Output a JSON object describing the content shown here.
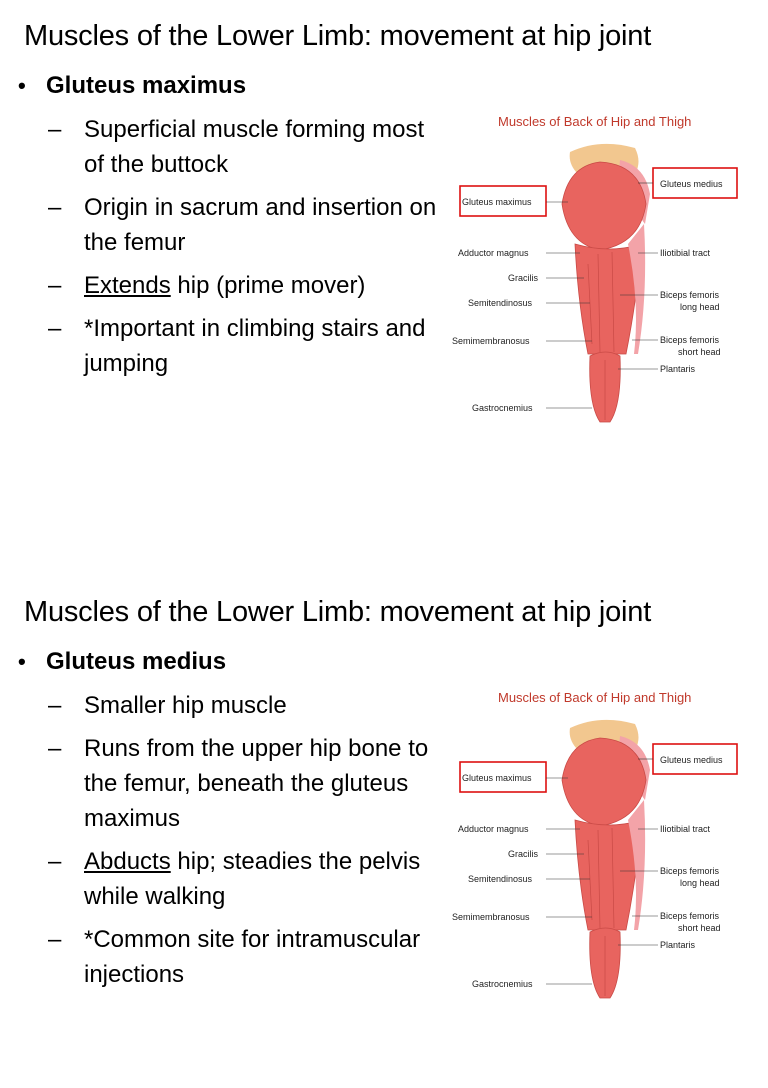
{
  "slides": [
    {
      "title": "Muscles of the Lower Limb: movement at hip joint",
      "bullet": "Gluteus maximus",
      "subs": [
        {
          "pre": "",
          "u": "",
          "post": "Superficial muscle forming most of the buttock"
        },
        {
          "pre": "",
          "u": "",
          "post": "Origin in sacrum and insertion on the femur"
        },
        {
          "pre": "",
          "u": "Extends",
          "post": " hip (prime mover)"
        },
        {
          "pre": "",
          "u": "",
          "post": "*Important in climbing stairs and jumping"
        }
      ],
      "figure": {
        "title": "Muscles of Back of Hip and Thigh",
        "labels": {
          "gluteus_maximus": "Gluteus maximus",
          "gluteus_medius": "Gluteus medius",
          "adductor_magnus": "Adductor magnus",
          "gracilis": "Gracilis",
          "semitendinosus": "Semitendinosus",
          "semimembranosus": "Semimembranosus",
          "gastrocnemius": "Gastrocnemius",
          "iliotibial_tract": "Iliotibial tract",
          "biceps_long_1": "Biceps femoris",
          "biceps_long_2": "long head",
          "biceps_short_1": "Biceps femoris",
          "biceps_short_2": "short head",
          "plantaris": "Plantaris"
        }
      }
    },
    {
      "title": "Muscles of the Lower Limb: movement at hip joint",
      "bullet": "Gluteus medius",
      "subs": [
        {
          "pre": "",
          "u": "",
          "post": "Smaller hip muscle"
        },
        {
          "pre": "",
          "u": "",
          "post": "Runs from the upper hip bone to the femur, beneath the gluteus maximus"
        },
        {
          "pre": "",
          "u": "Abducts",
          "post": " hip; steadies the pelvis while walking"
        },
        {
          "pre": "",
          "u": "",
          "post": "*Common site for intramuscular injections"
        }
      ],
      "figure": {
        "title": "Muscles of Back of Hip and Thigh",
        "labels": {
          "gluteus_maximus": "Gluteus maximus",
          "gluteus_medius": "Gluteus medius",
          "adductor_magnus": "Adductor magnus",
          "gracilis": "Gracilis",
          "semitendinosus": "Semitendinosus",
          "semimembranosus": "Semimembranosus",
          "gastrocnemius": "Gastrocnemius",
          "iliotibial_tract": "Iliotibial tract",
          "biceps_long_1": "Biceps femoris",
          "biceps_long_2": "long head",
          "biceps_short_1": "Biceps femoris",
          "biceps_short_2": "short head",
          "plantaris": "Plantaris"
        }
      }
    }
  ],
  "colors": {
    "muscle": "#e8645f",
    "muscle_light": "#f3a3a8",
    "bone": "#f2c78f",
    "box": "#dd1111",
    "fig_title": "#c0392b"
  }
}
